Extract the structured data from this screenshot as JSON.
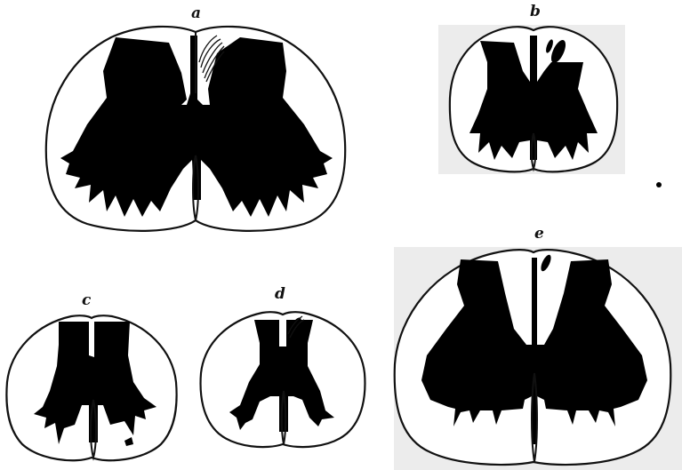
{
  "figure": {
    "sections": [
      {
        "label": "a"
      },
      {
        "label": "b"
      },
      {
        "label": "c"
      },
      {
        "label": "d"
      },
      {
        "label": "e"
      }
    ]
  },
  "colors": {
    "ink": "#000000",
    "background": "#ffffff",
    "paper_shade": "#ececec"
  }
}
